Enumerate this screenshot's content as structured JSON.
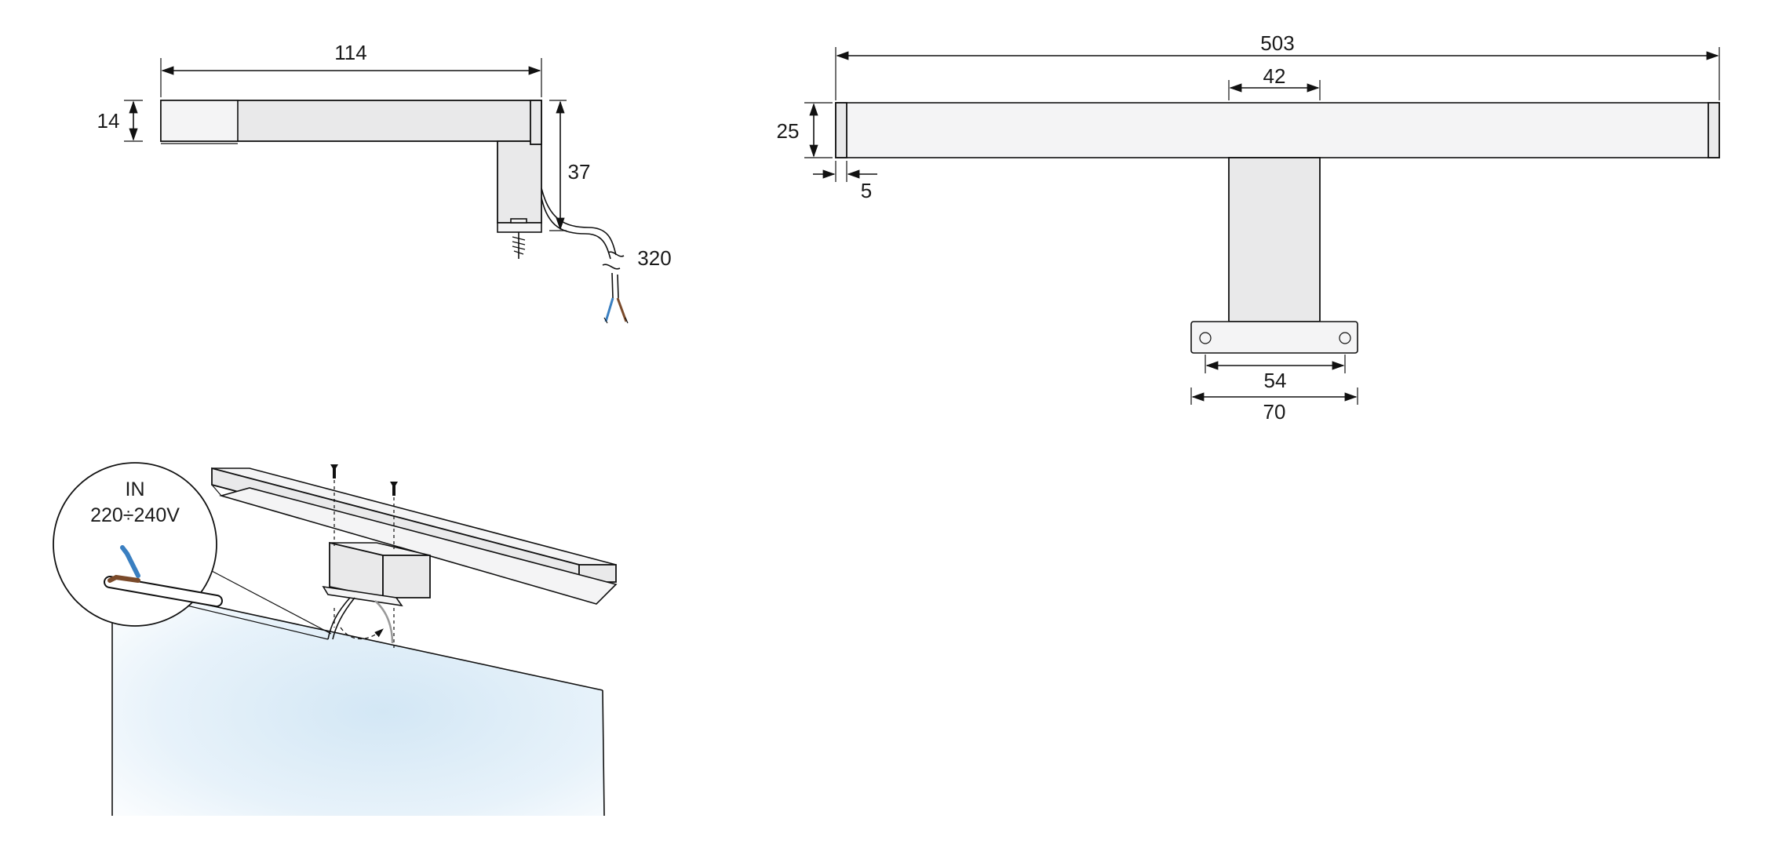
{
  "side_view": {
    "length": "114",
    "height": "14",
    "drop": "37",
    "cable": "320"
  },
  "front_view": {
    "length": "503",
    "arm_width": "42",
    "height": "25",
    "end_cap": "5",
    "hole_spacing": "54",
    "plate_width": "70"
  },
  "install_view": {
    "input_label": "IN",
    "voltage_label": "220÷240V"
  },
  "colors": {
    "line": "#111111",
    "body": "#e9e9ea",
    "cable_blue": "#3a7fc1",
    "cable_brown": "#7a4a2a",
    "mirror": "#dcecf7"
  }
}
